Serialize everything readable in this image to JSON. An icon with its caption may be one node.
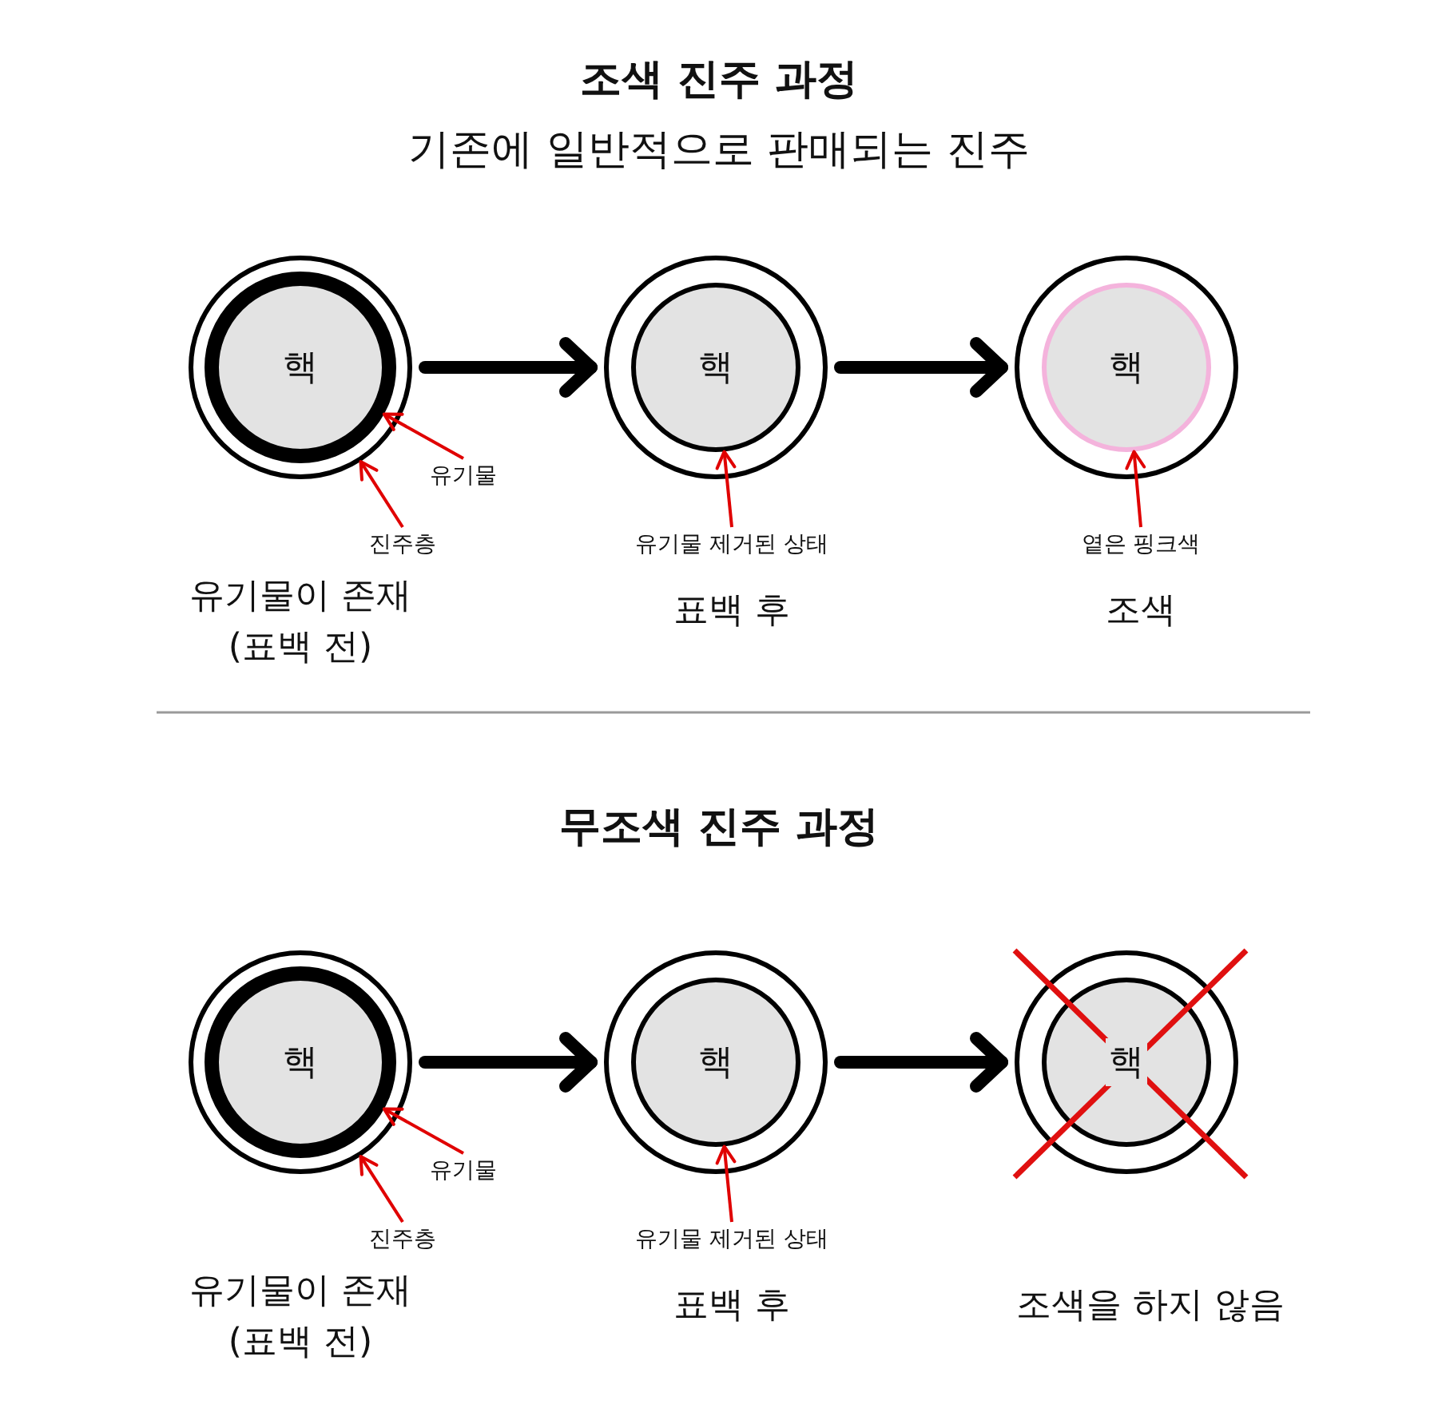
{
  "diagram": {
    "title": "조색 진주 과정",
    "nodes": [
      {
        "text": [],
        "shape": "circle"
      },
      {
        "text": [
          "핵"
        ],
        "in": 0
      },
      {
        "text": [],
        "shape": "circle"
      },
      {
        "text": [
          "핵"
        ],
        "in": 2
      },
      {
        "text": [],
        "shape": "circle"
      },
      {
        "text": [
          "핵"
        ],
        "in": 4
      },
      {
        "text": [
          "유기물"
        ]
      },
      {
        "text": [
          "진주층"
        ]
      },
      {
        "text": [
          "유기물 제거된 상태"
        ]
      },
      {
        "text": [
          "옅은 핑크색"
        ]
      },
      {
        "text": [],
        "shape": "circle"
      },
      {
        "text": [
          "핵"
        ],
        "in": 10
      },
      {
        "text": [],
        "shape": "circle"
      },
      {
        "text": [
          "핵"
        ],
        "in": 12
      },
      {
        "text": [],
        "shape": "circle"
      },
      {
        "text": [
          "핵"
        ],
        "in": 14
      },
      {
        "text": [
          "유기물"
        ]
      },
      {
        "text": [
          "진주층"
        ]
      },
      {
        "text": [
          "유기물 제거된 상태"
        ]
      }
    ],
    "edges": [
      {
        "from": 0,
        "to": 2,
        "arrow": "to",
        "style": "thick",
        "color": "#000000"
      },
      {
        "from": 2,
        "to": 4,
        "arrow": "to",
        "style": "thick",
        "color": "#000000"
      },
      {
        "from": 6,
        "to": 1,
        "arrow": "to"
      },
      {
        "from": 7,
        "to": 0,
        "arrow": "to"
      },
      {
        "from": 8,
        "to": 3,
        "arrow": "to"
      },
      {
        "from": 9,
        "to": 5,
        "arrow": "to"
      },
      {
        "from": 10,
        "to": 12,
        "arrow": "to",
        "style": "thick",
        "color": "#000000"
      },
      {
        "from": 12,
        "to": 14,
        "arrow": "to",
        "style": "thick",
        "color": "#000000"
      },
      {
        "from": 16,
        "to": 11,
        "arrow": "to"
      },
      {
        "from": 17,
        "to": 10,
        "arrow": "to"
      },
      {
        "from": 18,
        "to": 13,
        "arrow": "to"
      }
    ],
    "labels": [
      "기존에 일반적으로 판매되는 진주",
      "유기물이 존재 (표백 전)",
      "표백 후",
      "조색",
      "무조색 진주 과정",
      "유기물이 존재 (표백 전)",
      "표백 후",
      "조색을 하지 않음"
    ]
  }
}
